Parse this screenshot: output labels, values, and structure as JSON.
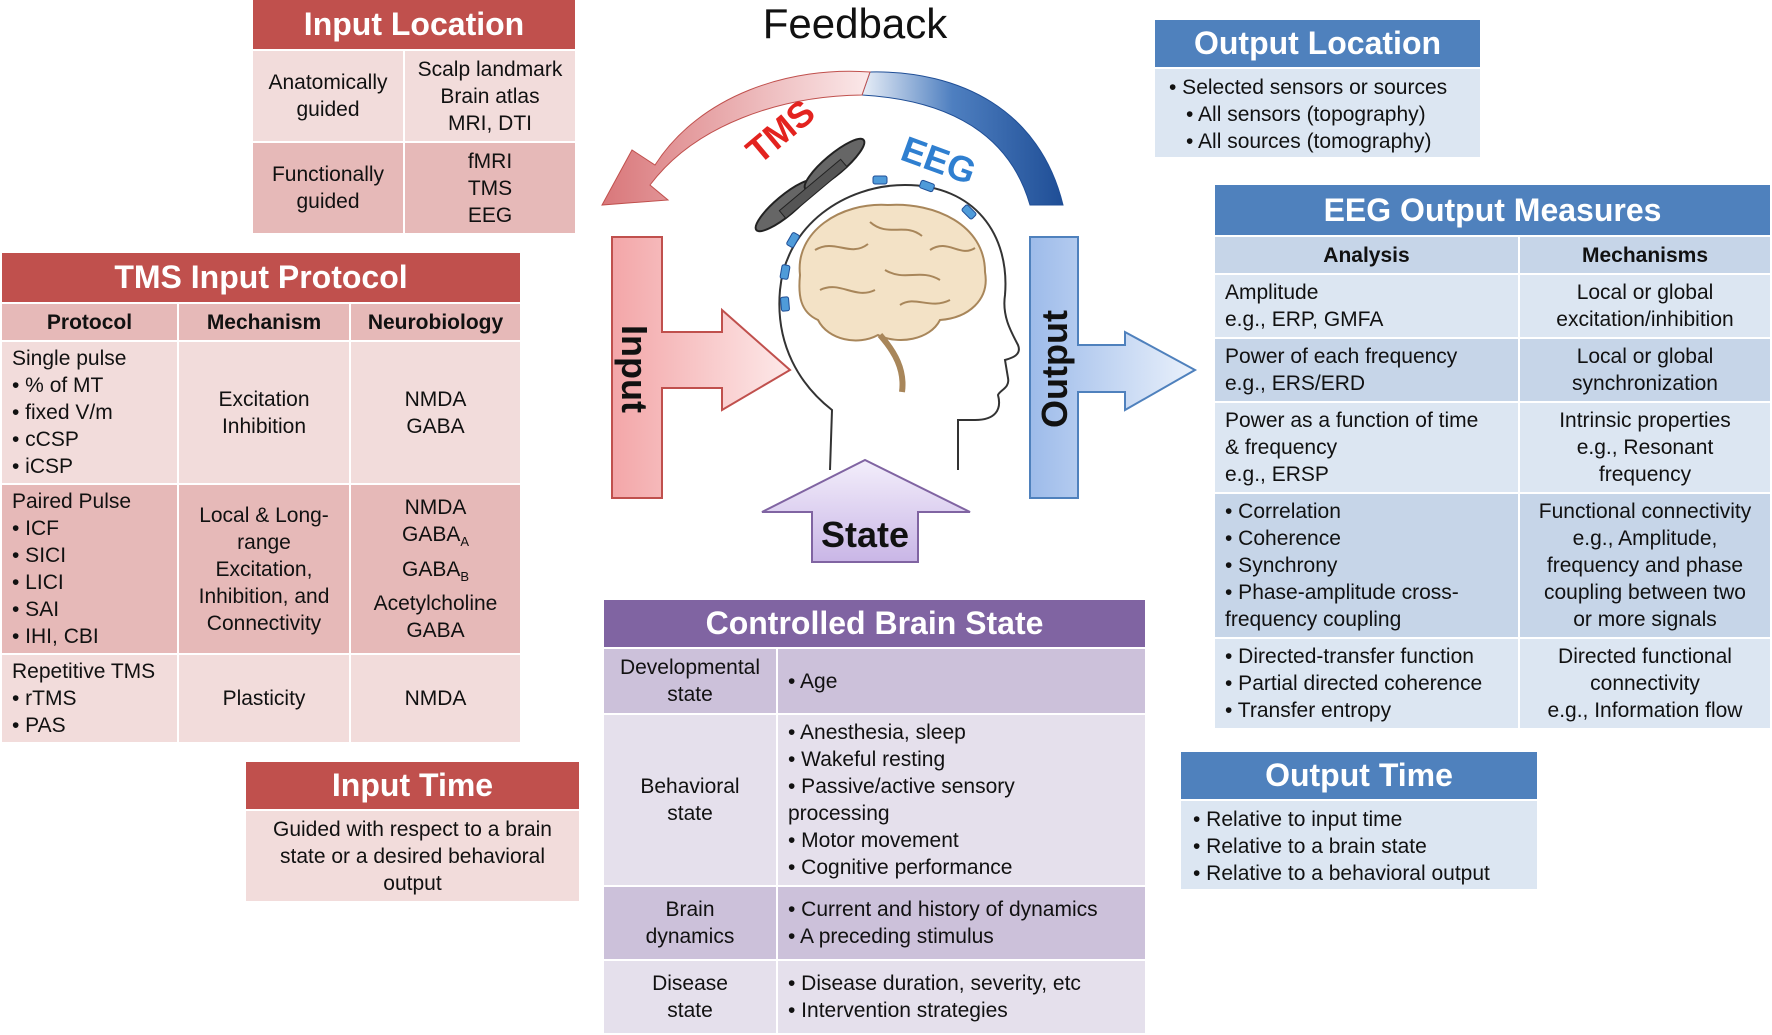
{
  "feedback": {
    "title": "Feedback",
    "tms_label": "TMS",
    "eeg_label": "EEG"
  },
  "center": {
    "input_label": "Input",
    "output_label": "Output",
    "state_label": "State"
  },
  "input_location": {
    "title": "Input Location",
    "rows": [
      {
        "left": [
          "Anatomically",
          "guided"
        ],
        "right": [
          "Scalp landmark",
          "Brain atlas",
          "MRI, DTI"
        ]
      },
      {
        "left": [
          "Functionally",
          "guided"
        ],
        "right": [
          "fMRI",
          "TMS",
          "EEG"
        ]
      }
    ]
  },
  "tms_protocol": {
    "title": "TMS Input Protocol",
    "headers": [
      "Protocol",
      "Mechanism",
      "Neurobiology"
    ],
    "rows": [
      {
        "protocol": [
          "Single pulse",
          "• % of MT",
          "• fixed V/m",
          "• cCSP",
          "• iCSP"
        ],
        "mechanism": [
          "Excitation",
          "Inhibition"
        ],
        "neuro": [
          "NMDA",
          "GABA"
        ]
      },
      {
        "protocol": [
          "Paired Pulse",
          "• ICF",
          "• SICI",
          "• LICI",
          "• SAI",
          "• IHI, CBI"
        ],
        "mechanism": [
          "Local & Long-",
          "range",
          "Excitation,",
          "Inhibition, and",
          "Connectivity"
        ],
        "neuro": [
          "NMDA",
          "GABA",
          "A",
          "GABA",
          "B",
          "Acetylcholine",
          "GABA"
        ]
      },
      {
        "protocol": [
          "Repetitive TMS",
          "• rTMS",
          "• PAS"
        ],
        "mechanism": [
          "Plasticity"
        ],
        "neuro": [
          "NMDA"
        ]
      }
    ]
  },
  "input_time": {
    "title": "Input Time",
    "lines": [
      "Guided with respect to a brain",
      "state or a desired behavioral",
      "output"
    ]
  },
  "output_location": {
    "title": "Output Location",
    "lines": [
      "• Selected sensors or sources",
      "• All sensors (topography)",
      "• All sources (tomography)"
    ]
  },
  "eeg_output": {
    "title": "EEG Output Measures",
    "headers": [
      "Analysis",
      "Mechanisms"
    ],
    "rows": [
      {
        "analysis": [
          "Amplitude",
          "e.g., ERP, GMFA"
        ],
        "mech": [
          "Local or global",
          "excitation/inhibition"
        ]
      },
      {
        "analysis": [
          "Power of each frequency",
          "e.g., ERS/ERD"
        ],
        "mech": [
          "Local or global",
          "synchronization"
        ]
      },
      {
        "analysis": [
          "Power as a function of time",
          "& frequency",
          "e.g., ERSP"
        ],
        "mech": [
          "Intrinsic properties",
          "e.g., Resonant",
          "frequency"
        ]
      },
      {
        "analysis": [
          "• Correlation",
          "• Coherence",
          "• Synchrony",
          "• Phase-amplitude cross-",
          "frequency coupling"
        ],
        "mech": [
          "Functional connectivity",
          "e.g., Amplitude,",
          "frequency and phase",
          "coupling between two",
          "or more signals"
        ]
      },
      {
        "analysis": [
          "• Directed-transfer function",
          "• Partial directed coherence",
          "• Transfer entropy"
        ],
        "mech": [
          "Directed functional",
          "connectivity",
          "e.g., Information flow"
        ]
      }
    ]
  },
  "output_time": {
    "title": "Output Time",
    "lines": [
      "• Relative to input time",
      "• Relative to a brain state",
      "• Relative to a behavioral output"
    ]
  },
  "brain_state": {
    "title": "Controlled Brain State",
    "rows": [
      {
        "label": [
          "Developmental",
          "state"
        ],
        "items": [
          "• Age"
        ]
      },
      {
        "label": [
          "Behavioral",
          "state"
        ],
        "items": [
          "• Anesthesia, sleep",
          "• Wakeful resting",
          "• Passive/active sensory",
          "processing",
          "• Motor movement",
          "• Cognitive performance"
        ]
      },
      {
        "label": [
          "Brain",
          "dynamics"
        ],
        "items": [
          "• Current and history of dynamics",
          "• A preceding stimulus"
        ]
      },
      {
        "label": [
          "Disease",
          "state"
        ],
        "items": [
          "• Disease duration, severity, etc",
          "• Intervention strategies"
        ]
      }
    ]
  },
  "colors": {
    "red": "#c0504d",
    "blue": "#4f81bd",
    "purple": "#8064a2"
  }
}
